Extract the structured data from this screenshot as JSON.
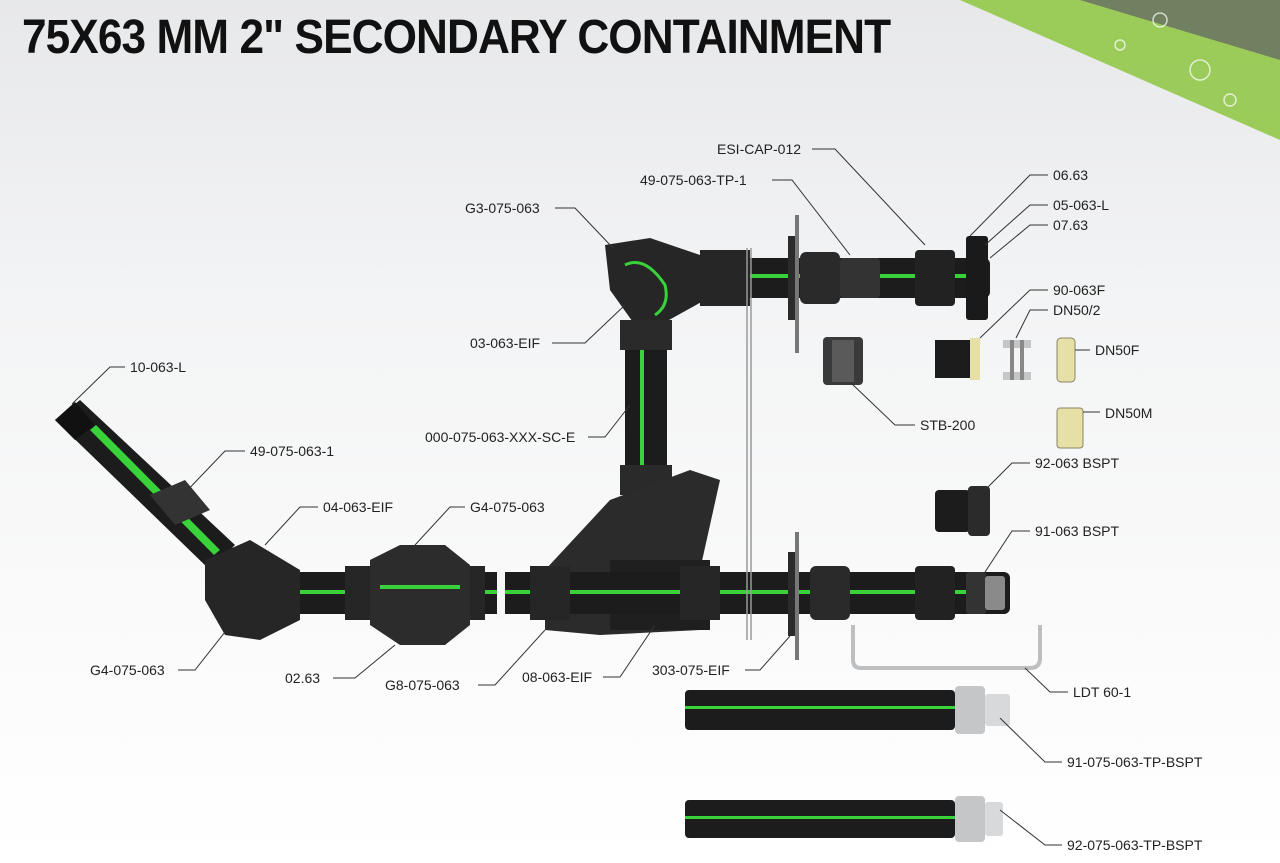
{
  "title": "75X63 MM 2\" SECONDARY CONTAINMENT",
  "colors": {
    "pipe": "#1c1c1c",
    "stripe": "#39d23a",
    "accent": "#8dc63f",
    "brass": "#e6dfa6",
    "steel": "#c4c6c8"
  },
  "labels": {
    "esi_cap_012": "ESI-CAP-012",
    "tp_1": "49-075-063-TP-1",
    "g3_075_063": "G3-075-063",
    "p06_63": "06.63",
    "p05_063_l": "05-063-L",
    "p07_63": "07.63",
    "p90_063f": "90-063F",
    "dn50_2": "DN50/2",
    "dn50f": "DN50F",
    "p03_063_eif": "03-063-EIF",
    "p10_063_l": "10-063-L",
    "stb_200": "STB-200",
    "dn50m": "DN50M",
    "sc_e": "000-075-063-XXX-SC-E",
    "p49_075_063_1": "49-075-063-1",
    "bspt_92": "92-063 BSPT",
    "p04_063_eif": "04-063-EIF",
    "g4_top": "G4-075-063",
    "bspt_91": "91-063 BSPT",
    "g4_left": "G4-075-063",
    "p02_63": "02.63",
    "g8_075_063": "G8-075-063",
    "p08_063_eif": "08-063-EIF",
    "p303_075_eif": "303-075-EIF",
    "ldt_60_1": "LDT 60-1",
    "tp_bspt_91": "91-075-063-TP-BSPT",
    "tp_bspt_92": "92-075-063-TP-BSPT"
  }
}
